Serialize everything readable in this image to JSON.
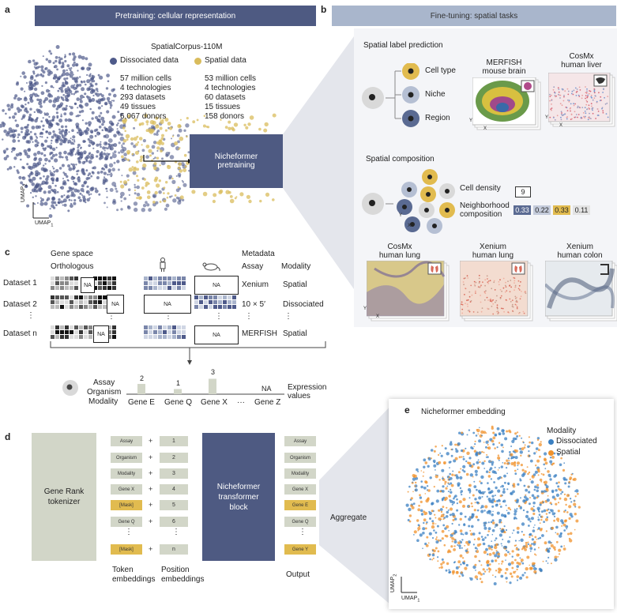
{
  "panel_a": {
    "letter": "a",
    "banner": "Pretraining: cellular representation",
    "corpus_title": "SpatialCorpus-110M",
    "legend_dissociated": "Dissociated data",
    "legend_spatial": "Spatial data",
    "dissociated_stats": [
      "57 million cells",
      "4 technologies",
      "293 datasets",
      "49 tissues",
      "6,067 donors"
    ],
    "spatial_stats": [
      "53 million cells",
      "4 technologies",
      "60 datasets",
      "15 tissues",
      "158 donors"
    ],
    "pretraining_box": "Nicheformer pretraining",
    "umap_y": "UMAP",
    "umap_y_sub": "2",
    "umap_x": "UMAP",
    "umap_x_sub": "1",
    "colors": {
      "dissociated": "#4e5a8a",
      "spatial": "#d9bc5c",
      "banner": "#4e5a82"
    }
  },
  "panel_b": {
    "letter": "b",
    "banner": "Fine-tuning: spatial tasks",
    "label_prediction_title": "Spatial label prediction",
    "labels": [
      "Cell type",
      "Niche",
      "Region"
    ],
    "merfish_title": [
      "MERFISH",
      "mouse brain"
    ],
    "cosmx_liver_title": [
      "CosMx",
      "human liver"
    ],
    "composition_title": "Spatial composition",
    "cell_density_label": "Cell density",
    "cell_density_value": "9",
    "neighborhood_label": [
      "Neighborhood",
      "composition"
    ],
    "composition_values": [
      "0.33",
      "0.22",
      "0.33",
      "0.11"
    ],
    "cosmx_lung_title": [
      "CosMx",
      "human lung"
    ],
    "xenium_lung_title": [
      "Xenium",
      "human lung"
    ],
    "xenium_colon_title": [
      "Xenium",
      "human colon"
    ],
    "axis_y": "Y",
    "axis_x": "X",
    "colors": {
      "banner": "#a9b6cc"
    }
  },
  "panel_c": {
    "letter": "c",
    "gene_space": "Gene space",
    "orthologous": "Orthologous",
    "metadata": "Metadata",
    "assay": "Assay",
    "modality": "Modality",
    "rows": [
      {
        "dataset": "Dataset 1",
        "assay": "Xenium",
        "modality": "Spatial"
      },
      {
        "dataset": "Dataset 2",
        "assay": "10 × 5′",
        "modality": "Dissociated"
      },
      {
        "dataset": "Dataset n",
        "assay": "MERFISH",
        "modality": "Spatial"
      }
    ],
    "na": "NA",
    "dots": "⋮",
    "meta_labels": [
      "Assay",
      "Organism",
      "Modality"
    ],
    "genes": [
      "Gene E",
      "Gene Q",
      "Gene X",
      "···",
      "Gene Z"
    ],
    "ranks": [
      "2",
      "1",
      "3",
      "NA"
    ],
    "expression": [
      "Expression",
      "values"
    ]
  },
  "panel_d": {
    "letter": "d",
    "tokenizer": [
      "Gene Rank",
      "tokenizer"
    ],
    "tokens": [
      "Assay",
      "Organism",
      "Modality",
      "Gene X",
      "[Mask]",
      "Gene Q",
      "[Mask]"
    ],
    "positions": [
      "1",
      "2",
      "3",
      "4",
      "5",
      "6",
      "n"
    ],
    "plus": "+",
    "dots": "⋮",
    "block": [
      "Nicheformer",
      "transformer",
      "block"
    ],
    "outputs": [
      "Assay",
      "Organism",
      "Modality",
      "Gene X",
      "Gene E",
      "Gene Q",
      "Gene Y"
    ],
    "token_emb": [
      "Token",
      "embeddings"
    ],
    "pos_emb": [
      "Position",
      "embeddings"
    ],
    "output": "Output",
    "aggregate": "Aggregate"
  },
  "panel_e": {
    "letter": "e",
    "title": "Nicheformer embedding",
    "legend_title": "Modality",
    "legend_items": [
      "Dissociated",
      "Spatial"
    ],
    "umap_y": "UMAP",
    "umap_y_sub": "2",
    "umap_x": "UMAP",
    "umap_x_sub": "1",
    "colors": {
      "dissociated": "#3a7fc1",
      "spatial": "#f0922b"
    }
  }
}
